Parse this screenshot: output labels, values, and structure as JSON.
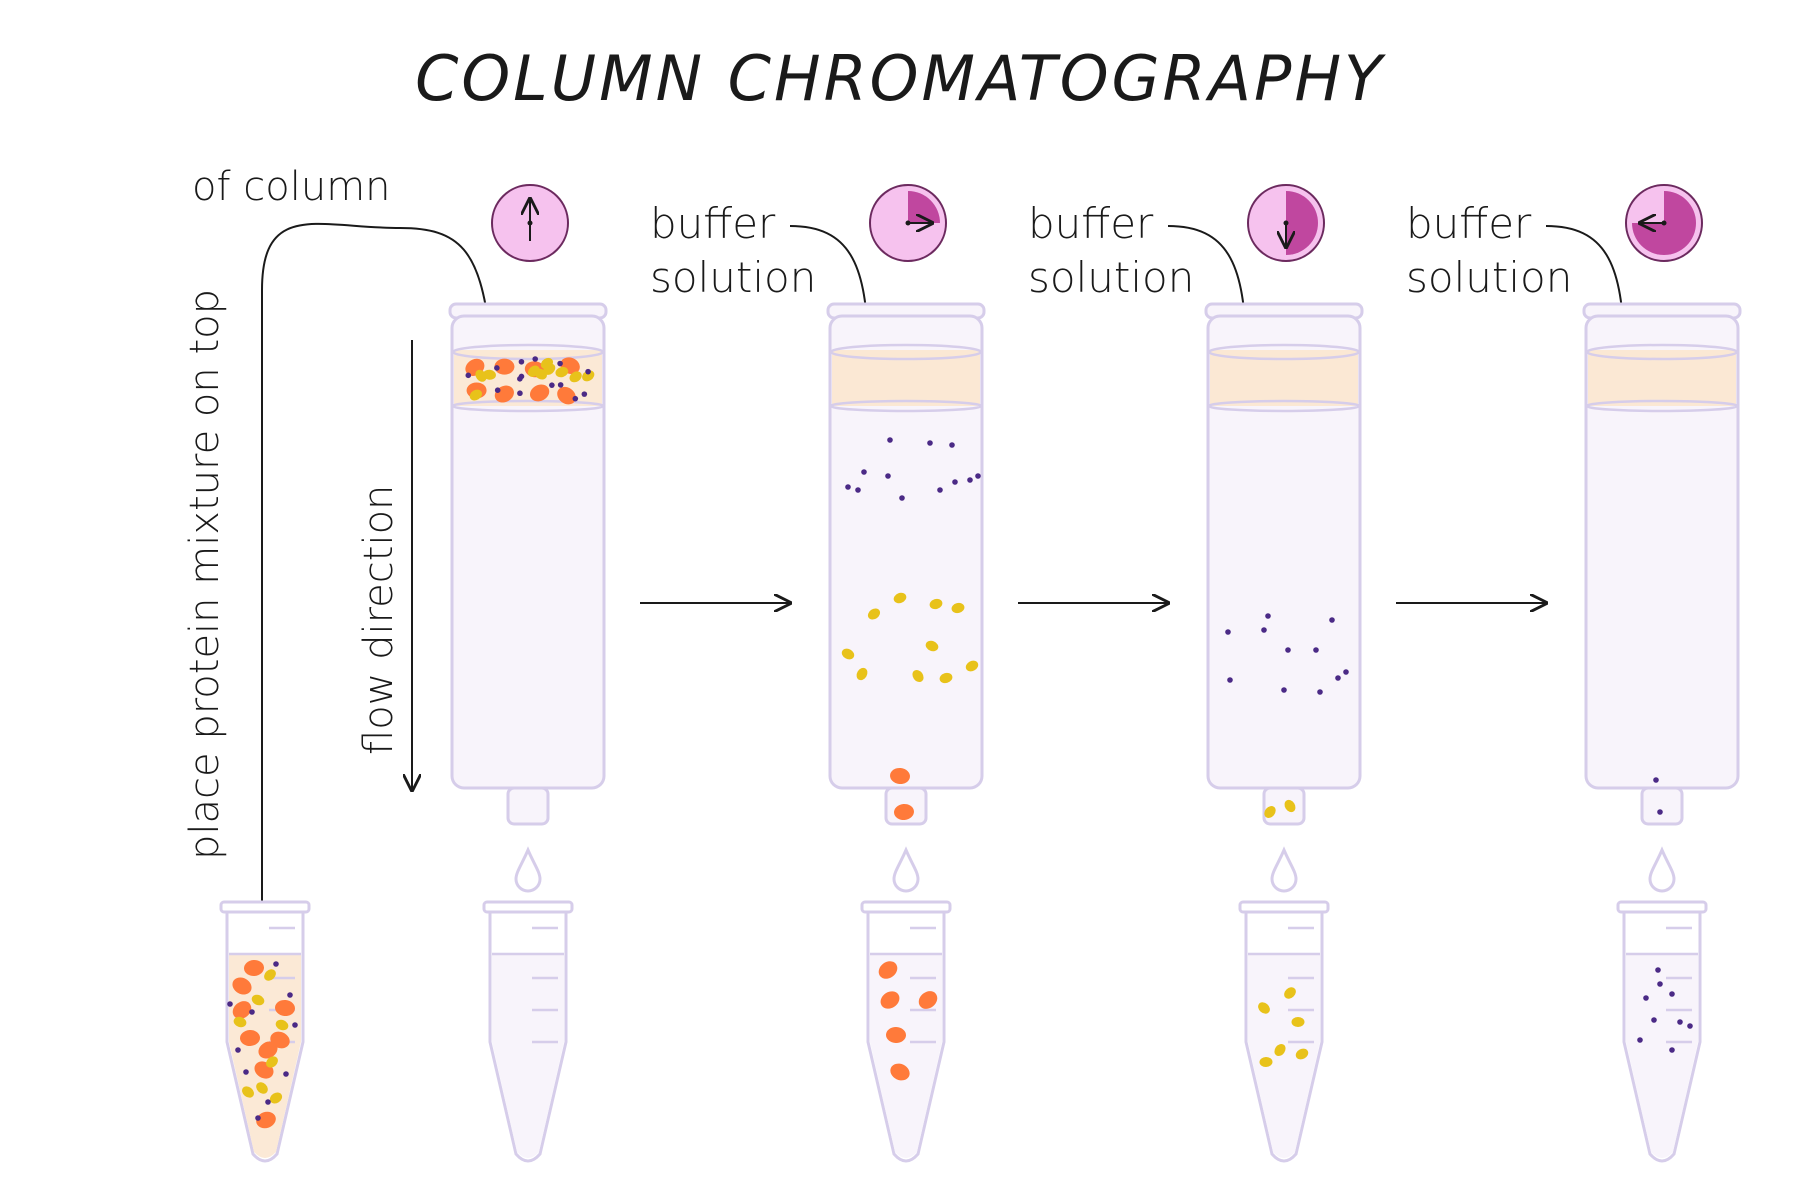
{
  "title": "COLUMN CHROMATOGRAPHY",
  "labels": {
    "place_line1": "place protein mixture on top",
    "place_line2": "of column",
    "flow": "flow direction",
    "buffer_line1": "buffer",
    "buffer_line2": "solution"
  },
  "stages": [
    {
      "clock_fraction": 0.0
    },
    {
      "clock_fraction": 0.25
    },
    {
      "clock_fraction": 0.5
    },
    {
      "clock_fraction": 0.75
    }
  ],
  "colors": {
    "column_outline": "#d6cdea",
    "column_fill": "#f8f4fb",
    "buffer_band": "#fbe8d4",
    "tube_fill": "#fbe9d6",
    "protein_orange": "#ff7a3a",
    "protein_yellow": "#e8c21a",
    "protein_purple": "#4b2a86",
    "clock_face": "#f6c2ee",
    "clock_fill": "#c0479f",
    "ink": "#1a1a1a"
  },
  "icons": [
    "stopwatch-icon",
    "droplet-icon",
    "arrow-icon"
  ]
}
